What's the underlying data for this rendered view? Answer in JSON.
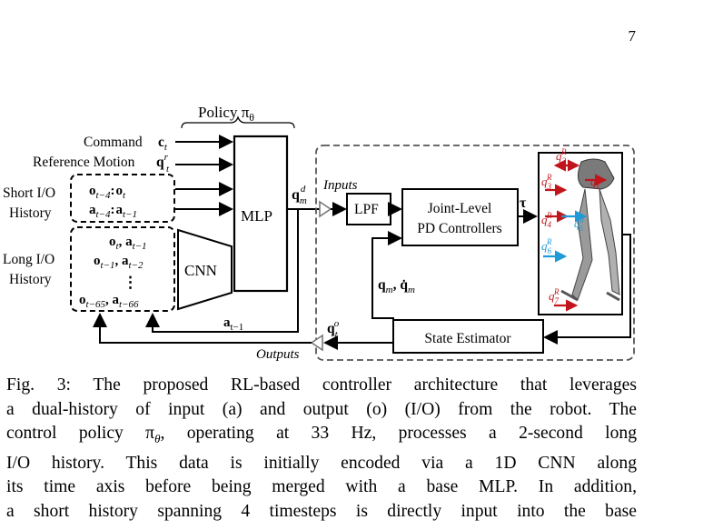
{
  "page_number": "7",
  "figure": {
    "policy_label": "Policy π",
    "policy_sub": "θ",
    "command_label": "Command",
    "command_sym": "c",
    "command_sub": "t",
    "ref_label": "Reference Motion",
    "ref_sym": "q",
    "ref_sup": "r",
    "ref_sub": "t",
    "short_io_line1": "Short I/O",
    "short_io_line2": "History",
    "short_row1": "o t−4 : o t",
    "short_row2": "a t−4 : a t−1",
    "long_io_line1": "Long I/O",
    "long_io_line2": "History",
    "long_row1": "o t , a t−1",
    "long_row2": "o t−1 , a t−2",
    "long_dots": "⋮",
    "long_row4": "o t−65 , a t−66",
    "cnn_label": "CNN",
    "mlp_label": "MLP",
    "qm_d": "q m d",
    "inputs_label": "Inputs",
    "lpf_label": "LPF",
    "pd_line1": "Joint-Level",
    "pd_line2": "PD Controllers",
    "tau": "τ",
    "qm_qdot": "q m , q̇ m",
    "a_prev": "a t−1",
    "qo": "q t o",
    "outputs_label": "Outputs",
    "state_estimator": "State Estimator",
    "robot_joint_labels": [
      "q2R",
      "q3R",
      "q1R",
      "q4R",
      "q5R",
      "q6R",
      "q7R"
    ]
  },
  "caption_lines": [
    "Fig. 3: The proposed RL-based controller architecture that leverages",
    "a dual-history of input (a) and output (o) (I/O) from the robot. The",
    "control policy π",
    ", operating at 33 Hz, processes a 2-second long",
    "I/O history. This data is initially encoded via a 1D CNN along",
    "its time axis before being merged with a base MLP. In addition,",
    "a short history spanning 4 timesteps is directly input into the base"
  ],
  "caption_theta": "θ",
  "colors": {
    "joint_red": "#c0151b",
    "joint_blue": "#1f9ad6",
    "dashed": "#555555"
  }
}
